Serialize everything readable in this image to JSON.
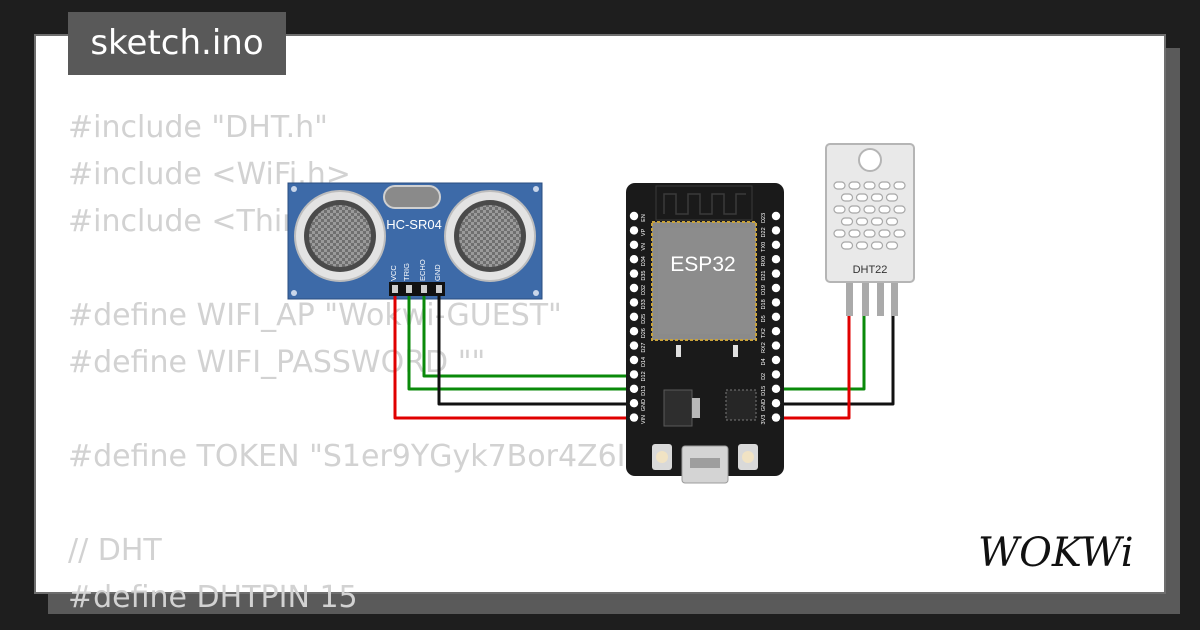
{
  "header": {
    "filename": "sketch.ino"
  },
  "code_lines": [
    "#include \"DHT.h\"",
    "#include <WiFi.h>",
    "#include <ThingsBoard.h>",
    "",
    "#define WIFI_AP \"Wokwi-GUEST\"",
    "#define WIFI_PASSWORD \"\"",
    "",
    "#define TOKEN \"S1er9YGyk7Bor4Z6Ic\"",
    "",
    "// DHT",
    "#define DHTPIN 15"
  ],
  "ultrasonic": {
    "label": "HC-SR04",
    "pins": [
      "VCC",
      "TRIG",
      "ECHO",
      "GND"
    ]
  },
  "esp32": {
    "label": "ESP32",
    "left_pins": [
      "EN",
      "VP",
      "VN",
      "D34",
      "D35",
      "D32",
      "D33",
      "D25",
      "D26",
      "D27",
      "D14",
      "D12",
      "D13",
      "GND",
      "VIN"
    ],
    "right_pins": [
      "D23",
      "D22",
      "TX0",
      "RX0",
      "D21",
      "D19",
      "D18",
      "D5",
      "TX2",
      "RX2",
      "D4",
      "D2",
      "D15",
      "GND",
      "3V3"
    ]
  },
  "dht": {
    "label": "DHT22"
  },
  "brand": {
    "logo_text": "WOKWi"
  },
  "colors": {
    "wire_red": "#e00000",
    "wire_green": "#0a8a0a",
    "wire_black": "#111111",
    "sensor_board": "#3d6aa8",
    "esp_board": "#1a1a1a"
  }
}
